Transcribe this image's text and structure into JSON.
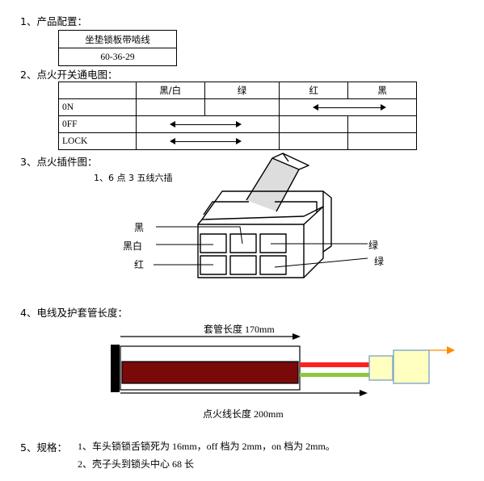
{
  "section1": {
    "heading": "1、产品配置：",
    "product_name": "坐垫锁板带啮线",
    "product_code": "60-36-29"
  },
  "section2": {
    "heading": "2、点火开关通电图：",
    "columns": [
      "黑/白",
      "绿",
      "红",
      "黑"
    ],
    "rows": [
      {
        "label": "0N",
        "connects": [
          "红",
          "黑"
        ]
      },
      {
        "label": "0FF",
        "connects": [
          "黑/白",
          "绿"
        ]
      },
      {
        "label": "LOCK",
        "connects": [
          "黑/白",
          "绿"
        ]
      }
    ]
  },
  "section3": {
    "heading": "3、点火插件图：",
    "subtitle": "1、6 点 3 五线六插",
    "labels": {
      "black": "黑",
      "black_white": "黑白",
      "red": "红",
      "green_top": "绿",
      "green_bottom": "绿"
    }
  },
  "section4": {
    "heading": "4、电线及护套管长度：",
    "sleeve_label": "套管长度 170mm",
    "wire_label": "点火线长度 200mm",
    "colors": {
      "sleeve": "#7a0a0a",
      "wire_red": "#ff2020",
      "wire_green": "#8dc63f",
      "connector": "#ffffc0"
    }
  },
  "section5": {
    "heading": "5、规格：",
    "item1": "1、车头锁锁舌锁死为 16mm，off 档为 2mm，on 档为 2mm。",
    "item2": "2、壳子头到锁头中心 68 长"
  }
}
